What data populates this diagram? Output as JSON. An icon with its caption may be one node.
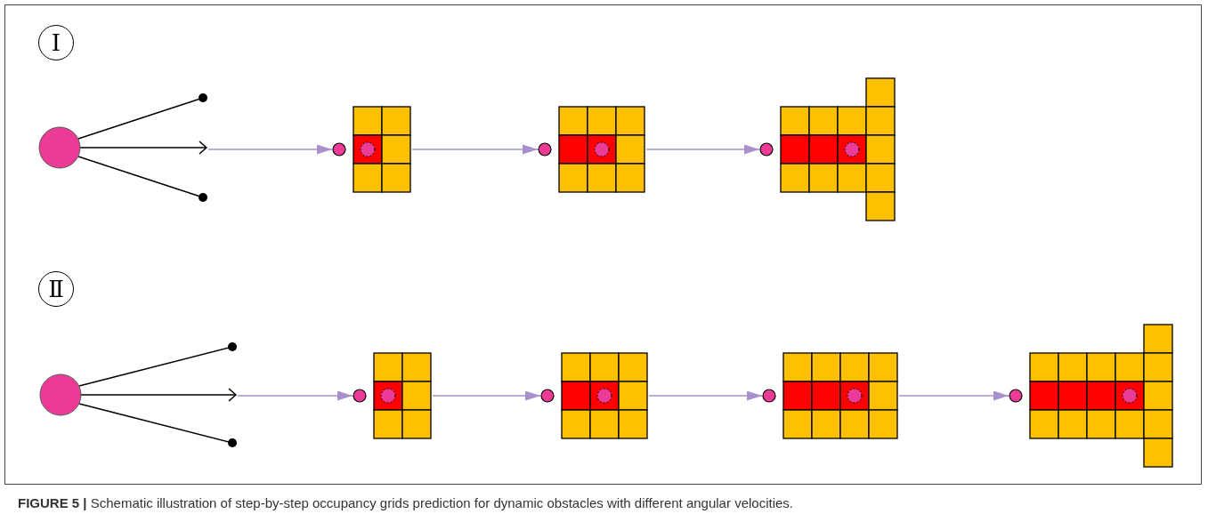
{
  "diagram": {
    "caption": "**FIGURE 5 |** Schematic illustration of step-by-step occupancy grids prediction for dynamic obstacles with different angular velocities.",
    "nodes": [
      {
        "text": [
          "Ⅰ"
        ]
      },
      {
        "text": [],
        "shape": "picture"
      },
      {
        "text": [],
        "shape": "picture"
      },
      {
        "text": [],
        "shape": "picture"
      },
      {
        "text": [],
        "shape": "picture"
      },
      {
        "text": [
          "Ⅱ"
        ]
      },
      {
        "text": [],
        "shape": "picture"
      },
      {
        "text": [],
        "shape": "picture"
      },
      {
        "text": [],
        "shape": "picture"
      },
      {
        "text": [],
        "shape": "picture"
      },
      {
        "text": [],
        "shape": "picture"
      }
    ],
    "edges": [
      {
        "from": 1,
        "to": 2,
        "arrow": "to"
      },
      {
        "from": 2,
        "to": 3,
        "arrow": "to"
      },
      {
        "from": 3,
        "to": 4,
        "arrow": "to"
      },
      {
        "from": 6,
        "to": 7,
        "arrow": "to"
      },
      {
        "from": 7,
        "to": 8,
        "arrow": "to"
      },
      {
        "from": 8,
        "to": 9,
        "arrow": "to"
      },
      {
        "from": 9,
        "to": 10,
        "arrow": "to"
      }
    ]
  }
}
